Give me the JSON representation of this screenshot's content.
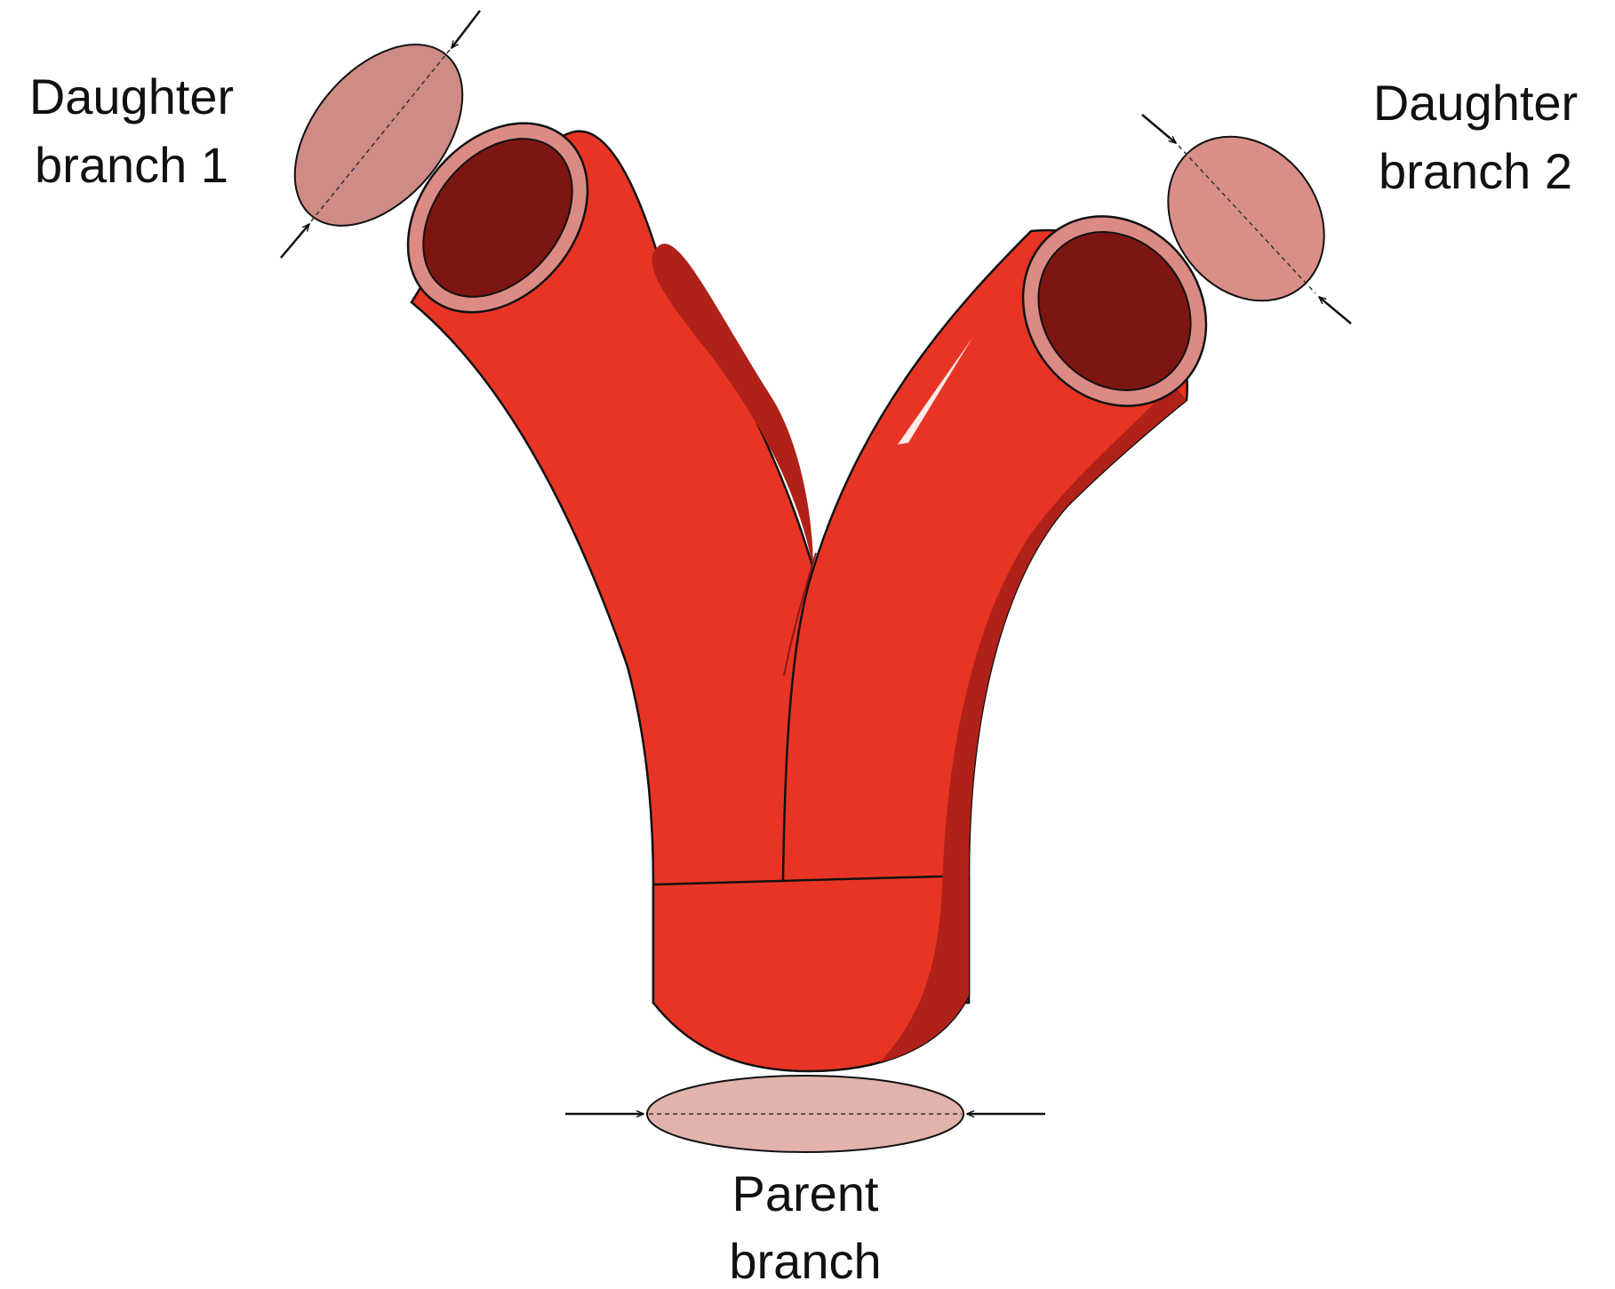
{
  "labels": {
    "daughter1_line1": "Daughter",
    "daughter1_line2": "branch 1",
    "daughter2_line1": "Daughter",
    "daughter2_line2": "branch 2",
    "parent_line1": "Parent",
    "parent_line2": "branch"
  },
  "colors": {
    "vessel": "#e83424",
    "vessel_shadow": "#b0211a",
    "lumen": "#7d1610",
    "wall_ring": "#db8a84",
    "section_daughter1": "#cf8b86",
    "section_daughter2": "#d98f88",
    "section_parent": "#e2b2ac",
    "outline": "#111111"
  }
}
